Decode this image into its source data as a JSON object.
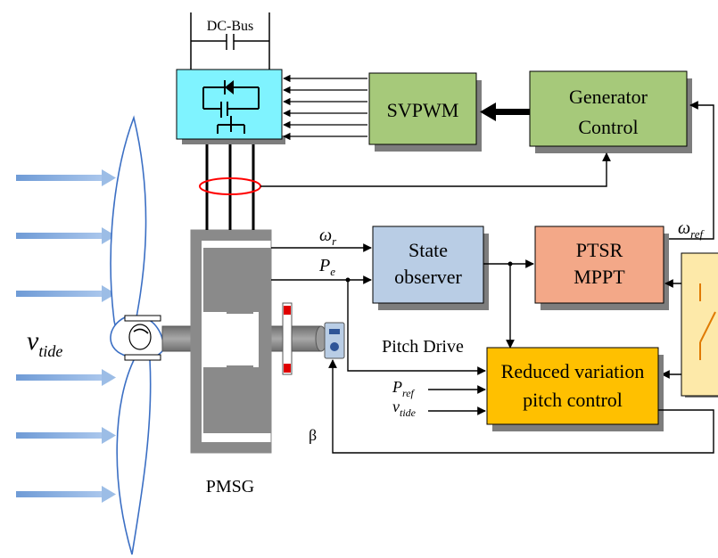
{
  "labels": {
    "dc_bus": "DC-Bus",
    "svpwm": "SVPWM",
    "generator_control_line1": "Generator",
    "generator_control_line2": "Control",
    "state_observer_line1": "State",
    "state_observer_line2": "observer",
    "ptsr_line1": "PTSR",
    "ptsr_line2": "MPPT",
    "reduced_line1": "Reduced variation",
    "reduced_line2": "pitch control",
    "pitch_drive": "Pitch Drive",
    "pmsg": "PMSG",
    "beta": "β",
    "v_tide_main": "v",
    "v_tide_main_sub": "tide",
    "omega_r": "ω",
    "omega_r_sub": "r",
    "p_e": "P",
    "p_e_sub": "e",
    "omega_ref": "ω",
    "omega_ref_sub": "ref",
    "p_ref": "P",
    "p_ref_sub": "ref",
    "v_tide_input": "v",
    "v_tide_input_sub": "tide"
  },
  "colors": {
    "converter_fill": "#7ff3ff",
    "green_block_fill": "#a6c97a",
    "state_observer_fill": "#b9cde5",
    "ptsr_fill": "#f3a888",
    "reduced_fill": "#ffc000",
    "switch_fill": "#fde9a9",
    "arrow_blue": "#8fb3de",
    "blade_blue": "#3b6fc4",
    "generator_gray": "#8a8a8a",
    "current_sensor_red": "#ff0000"
  }
}
